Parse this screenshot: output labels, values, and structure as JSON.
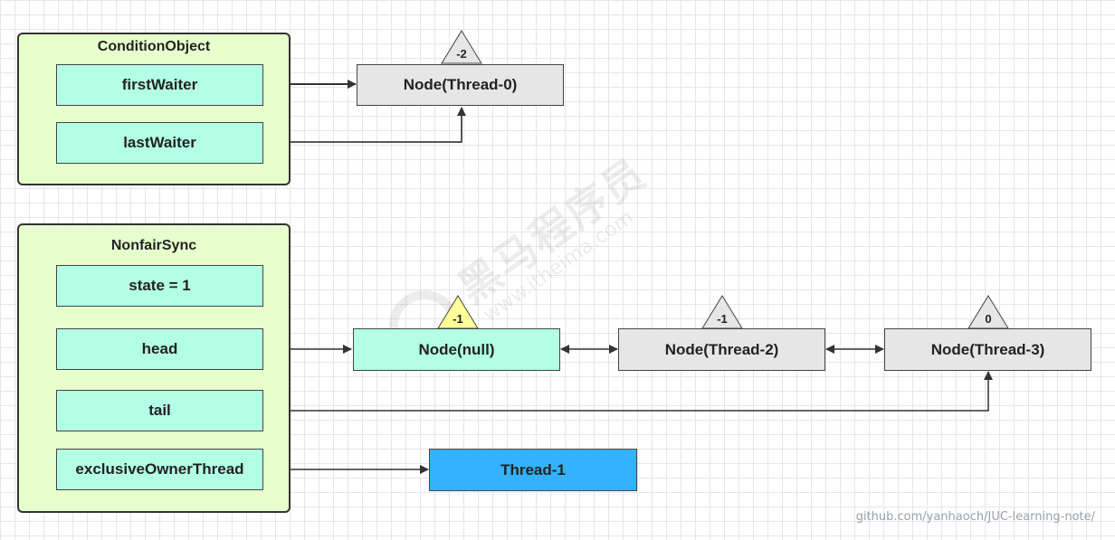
{
  "condition_object": {
    "title": "ConditionObject",
    "fields": {
      "first_waiter": "firstWaiter",
      "last_waiter": "lastWaiter"
    }
  },
  "nonfair_sync": {
    "title": "NonfairSync",
    "fields": {
      "state": "state = 1",
      "head": "head",
      "tail": "tail",
      "exclusive_owner_thread": "exclusiveOwnerThread"
    }
  },
  "nodes": {
    "thread0": {
      "label": "Node(Thread-0)",
      "status": "-2"
    },
    "null_node": {
      "label": "Node(null)",
      "status": "-1"
    },
    "thread2": {
      "label": "Node(Thread-2)",
      "status": "-1"
    },
    "thread3": {
      "label": "Node(Thread-3)",
      "status": "0"
    }
  },
  "owner_thread": {
    "label": "Thread-1"
  },
  "watermark": {
    "brand_cn": "黑马程序员",
    "url": "www.itheima.com"
  },
  "footer": "github.com/yanhaoch/JUC-learning-note/",
  "colors": {
    "container_bg": "#e6ffcc",
    "field_bg": "#b3ffe6",
    "node_bg": "#e6e6e6",
    "thread_bg": "#33b3ff",
    "status_highlight": "#ffff99"
  }
}
